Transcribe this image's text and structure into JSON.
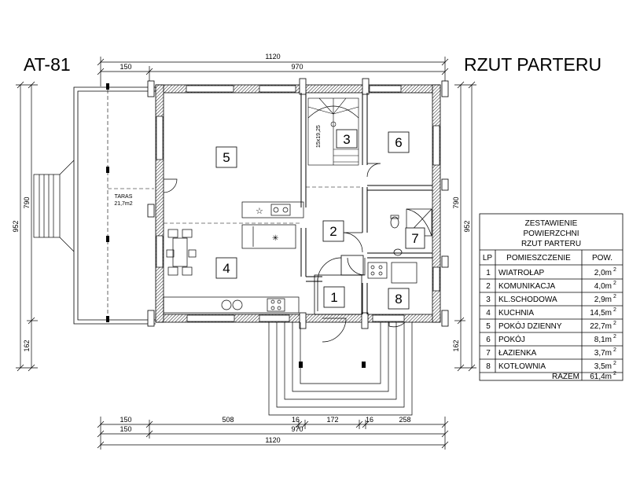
{
  "title_left": "AT-81",
  "title_right": "RZUT PARTERU",
  "dimensions": {
    "top_total": "1120",
    "top_a": "150",
    "top_b": "970",
    "bottom_row1": [
      "150",
      "508",
      "16",
      "172",
      "16",
      "258"
    ],
    "bottom_row2": [
      "150",
      "970"
    ],
    "bottom_total": "1120",
    "left_upper": "790",
    "left_lower": "162",
    "left_total": "952",
    "right_upper": "790",
    "right_lower": "162",
    "right_total": "952"
  },
  "terrace": {
    "name": "TARAS",
    "area": "21,7m2"
  },
  "stair_label": "15x19,25",
  "room_numbers": [
    "1",
    "2",
    "3",
    "4",
    "5",
    "6",
    "7",
    "8"
  ],
  "summary_table": {
    "title_lines": [
      "ZESTAWIENIE",
      "POWIERZCHNI",
      "RZUT PARTERU"
    ],
    "headers": [
      "LP",
      "POMIESZCZENIE",
      "POW."
    ],
    "rows": [
      {
        "lp": "1",
        "name": "WIATROŁAP",
        "area": "2,0m",
        "sup": "2"
      },
      {
        "lp": "2",
        "name": "KOMUNIKACJA",
        "area": "4,0m",
        "sup": "2"
      },
      {
        "lp": "3",
        "name": "KL.SCHODOWA",
        "area": "2,9m",
        "sup": "2"
      },
      {
        "lp": "4",
        "name": "KUCHNIA",
        "area": "14,5m",
        "sup": "2"
      },
      {
        "lp": "5",
        "name": "POKÓJ  DZIENNY",
        "area": "22,7m",
        "sup": "2"
      },
      {
        "lp": "6",
        "name": "POKÓJ",
        "area": "8,1m",
        "sup": "2"
      },
      {
        "lp": "7",
        "name": "ŁAZIENKA",
        "area": "3,7m",
        "sup": "2"
      },
      {
        "lp": "8",
        "name": "KOTŁOWNIA",
        "area": "3,5m",
        "sup": "2"
      }
    ],
    "total_label": "RAZEM",
    "total_area": "61,4m",
    "total_sup": "2"
  }
}
